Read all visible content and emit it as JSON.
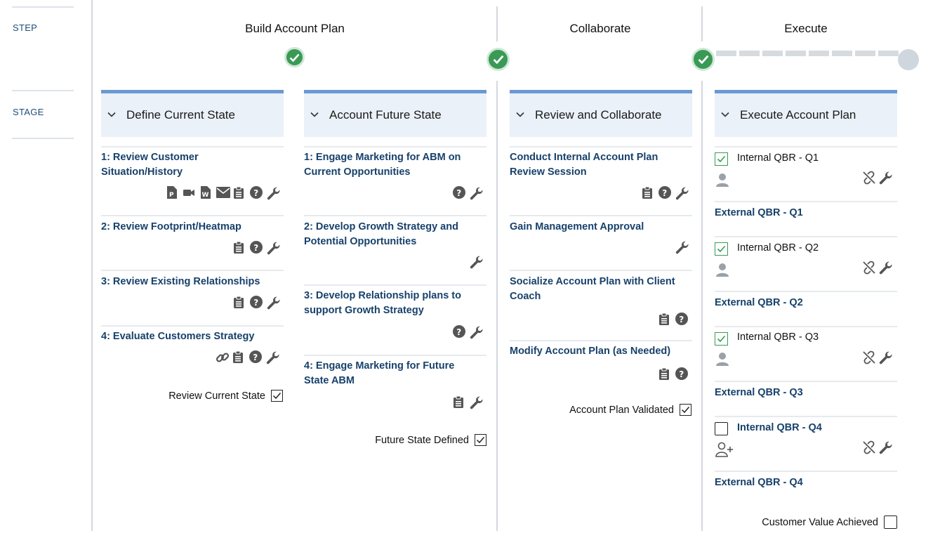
{
  "left_labels": {
    "step": "STEP",
    "stage": "STAGE"
  },
  "steps": [
    {
      "title": "Build Account Plan",
      "status": "complete"
    },
    {
      "title": "Collaborate",
      "status": "complete"
    },
    {
      "title": "Execute",
      "status": "complete"
    }
  ],
  "colors": {
    "accent": "#6b98d0",
    "complete": "#3a9a55",
    "link": "#17416b",
    "stage_bg": "#eaf1f8"
  },
  "stages": [
    {
      "title": "Define Current State",
      "tasks": [
        {
          "title": "1: Review Customer Situation/History",
          "icons": [
            "powerpoint-icon",
            "video-icon",
            "word-icon",
            "email-icon",
            "clipboard-icon",
            "help-icon",
            "wrench-icon"
          ]
        },
        {
          "title": "2: Review Footprint/Heatmap",
          "icons": [
            "clipboard-icon",
            "help-icon",
            "wrench-icon"
          ]
        },
        {
          "title": "3: Review Existing Relationships",
          "icons": [
            "clipboard-icon",
            "help-icon",
            "wrench-icon"
          ]
        },
        {
          "title": "4: Evaluate Customers Strategy",
          "icons": [
            "link-icon",
            "clipboard-icon",
            "help-icon",
            "wrench-icon"
          ]
        }
      ],
      "milestone": {
        "label": "Review Current State",
        "checked": true
      }
    },
    {
      "title": "Account Future State",
      "tasks": [
        {
          "title": "1: Engage Marketing for ABM on Current Opportunities",
          "icons": [
            "help-icon",
            "wrench-icon"
          ]
        },
        {
          "title": "2: Develop Growth Strategy and Potential Opportunities",
          "icons": [
            "wrench-icon"
          ]
        },
        {
          "title": "3: Develop Relationship plans to support Growth Strategy",
          "icons": [
            "help-icon",
            "wrench-icon"
          ]
        },
        {
          "title": "4: Engage Marketing for Future State ABM",
          "icons": [
            "clipboard-icon",
            "wrench-icon"
          ]
        }
      ],
      "milestone": {
        "label": "Future State Defined",
        "checked": true
      }
    },
    {
      "title": "Review and Collaborate",
      "tasks": [
        {
          "title": "Conduct Internal Account Plan Review Session",
          "icons": [
            "clipboard-icon",
            "help-icon",
            "wrench-icon"
          ]
        },
        {
          "title": "Gain Management Approval",
          "icons": [
            "wrench-icon"
          ]
        },
        {
          "title": "Socialize Account Plan with Client Coach",
          "icons": [
            "clipboard-icon",
            "help-icon"
          ]
        },
        {
          "title": "Modify Account Plan (as Needed)",
          "icons": [
            "clipboard-icon",
            "help-icon"
          ]
        }
      ],
      "milestone": {
        "label": "Account Plan Validated",
        "checked": true
      }
    },
    {
      "title": "Execute Account Plan",
      "qbrs": [
        {
          "internal": "Internal QBR - Q1",
          "checked": true,
          "external": "External QBR - Q1"
        },
        {
          "internal": "Internal QBR - Q2",
          "checked": true,
          "external": "External QBR - Q2"
        },
        {
          "internal": "Internal QBR - Q3",
          "checked": true,
          "external": "External QBR - Q3"
        },
        {
          "internal": "Internal QBR - Q4",
          "checked": false,
          "external": "External QBR - Q4"
        }
      ],
      "milestone": {
        "label": "Customer Value Achieved",
        "checked": false
      }
    }
  ]
}
